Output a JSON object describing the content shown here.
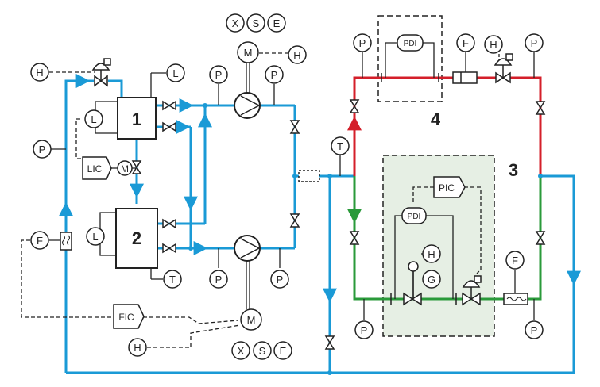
{
  "colors": {
    "blue": "#1a9ad6",
    "red": "#d41f2a",
    "green": "#2a9a3a",
    "line": "#222222",
    "zone_fill": "#e6efe4"
  },
  "vessels": {
    "v1": "1",
    "v2": "2"
  },
  "zones": {
    "z3": "3",
    "z4": "4"
  },
  "instruments": {
    "h_top_left": "H",
    "l_v1_top": "L",
    "p_left": "P",
    "l_v1_left": "L",
    "lic": "LIC",
    "m_lic": "M",
    "f_left": "F",
    "l_v2_left": "L",
    "t_v2": "T",
    "fic": "FIC",
    "h_bottom": "H",
    "p_pump1_left": "P",
    "p_pump1_right": "P",
    "motor1": "M",
    "x1": "X",
    "s1": "S",
    "e1": "E",
    "h_motor1": "H",
    "p_pump2_left": "P",
    "p_pump2_right": "P",
    "motor2": "M",
    "x2": "X",
    "s2": "S",
    "e2": "E",
    "t_center": "T",
    "p_red_left": "P",
    "pdi_top": "PDI",
    "f_top": "F",
    "h_top_right": "H",
    "p_top_right": "P",
    "pic": "PIC",
    "pdi_green": "PDI",
    "h_green": "H",
    "g_green": "G",
    "f_green": "F",
    "p_bottom_left": "P",
    "p_bottom_right": "P"
  }
}
